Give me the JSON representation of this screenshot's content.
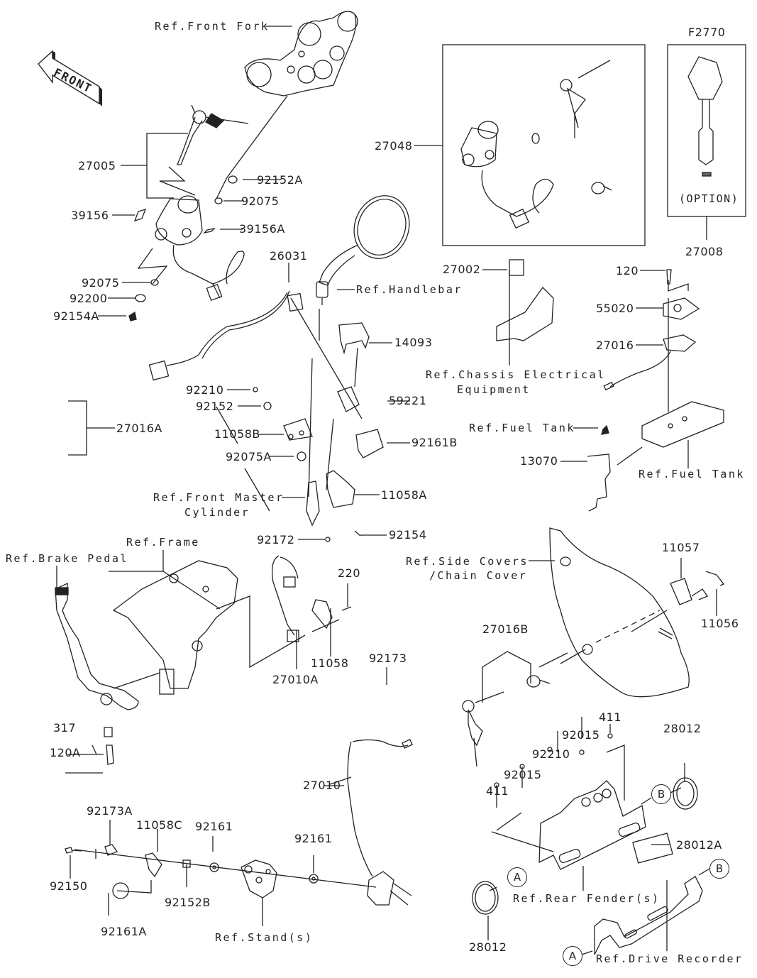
{
  "diagram": {
    "code": "F2770",
    "front_label": "FRONT",
    "option_label": "(OPTION)",
    "circle_markers": [
      "A",
      "B"
    ]
  },
  "parts": {
    "p27005": "27005",
    "p39156": "39156",
    "p92075a": "92075",
    "p92200": "92200",
    "p92154A": "92154A",
    "p92152A": "92152A",
    "p92075b": "92075",
    "p39156A": "39156A",
    "p27048": "27048",
    "p27008": "27008",
    "p26031": "26031",
    "p27002": "27002",
    "p120": "120",
    "p55020": "55020",
    "p27016": "27016",
    "p14093": "14093",
    "p27016A": "27016A",
    "p92210a": "92210",
    "p92152": "92152",
    "p59221": "59221",
    "p11058B": "11058B",
    "p92161B": "92161B",
    "p92075A": "92075A",
    "p11058A": "11058A",
    "p13070": "13070",
    "p92172": "92172",
    "p92154": "92154",
    "p11057": "11057",
    "p11056": "11056",
    "p220": "220",
    "p11058": "11058",
    "p27010A": "27010A",
    "p92173": "92173",
    "p27016B": "27016B",
    "p317": "317",
    "p120A": "120A",
    "p411a": "411",
    "p92015a": "92015",
    "p92210b": "92210",
    "p28012a": "28012",
    "p92015b": "92015",
    "p411b": "411",
    "p27010": "27010",
    "p92173A": "92173A",
    "p11058C": "11058C",
    "p92161a": "92161",
    "p92161b": "92161",
    "p28012A": "28012A",
    "p92150": "92150",
    "p92152B": "92152B",
    "p92161A": "92161A",
    "p28012b": "28012"
  },
  "refs": {
    "front_fork": "Ref.Front Fork",
    "handlebar": "Ref.Handlebar",
    "chassis_line1": "Ref.Chassis Electrical",
    "chassis_line2": "Equipment",
    "fuel_tank_1": "Ref.Fuel Tank",
    "fuel_tank_2": "Ref.Fuel Tank",
    "front_master_line1": "Ref.Front Master",
    "front_master_line2": "Cylinder",
    "frame": "Ref.Frame",
    "brake_pedal": "Ref.Brake Pedal",
    "side_covers_line1": "Ref.Side Covers",
    "side_covers_line2": "/Chain Cover",
    "rear_fenders": "Ref.Rear Fender(s)",
    "stands": "Ref.Stand(s)",
    "drive_recorder": "Ref.Drive Recorder"
  }
}
